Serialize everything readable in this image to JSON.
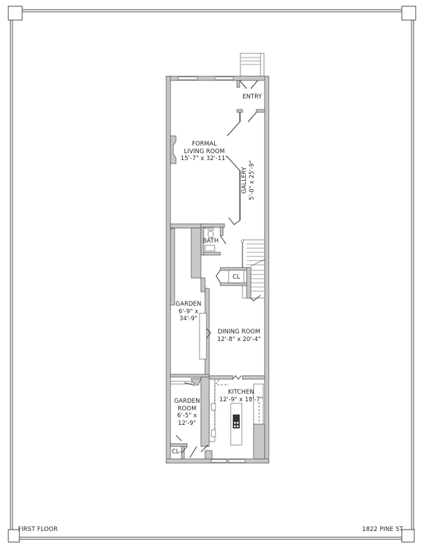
{
  "sheet": {
    "floor_label": "FIRST FLOOR",
    "address": "1822 PINE ST"
  },
  "rooms": {
    "entry": {
      "name": "ENTRY"
    },
    "formal_living_room": {
      "name_line1": "FORMAL",
      "name_line2": "LIVING ROOM",
      "dims": "15'-7\" x 32'-11\""
    },
    "gallery": {
      "name": "GALLERY",
      "dims": "5'-0\" x 25'-9\""
    },
    "bath": {
      "name": "BATH"
    },
    "closet_stair": {
      "name": "CL"
    },
    "garden": {
      "name": "GARDEN",
      "dims_line1": "6'-9\" x",
      "dims_line2": "34'-9\""
    },
    "dining_room": {
      "name": "DINING ROOM",
      "dims": "12'-8\" x 20'-4\""
    },
    "kitchen": {
      "name": "KITCHEN",
      "dims": "12'-9\" x 18'-7\""
    },
    "garden_room": {
      "name_line1": "GARDEN",
      "name_line2": "ROOM",
      "dims_line1": "6'-5\" x",
      "dims_line2": "12'-9\""
    },
    "closet_garden_room": {
      "name": "CL-"
    }
  },
  "colors": {
    "wall_fill": "#c8c8c8",
    "wall_stroke": "#555555",
    "line": "#333333",
    "frame": "#444444"
  }
}
